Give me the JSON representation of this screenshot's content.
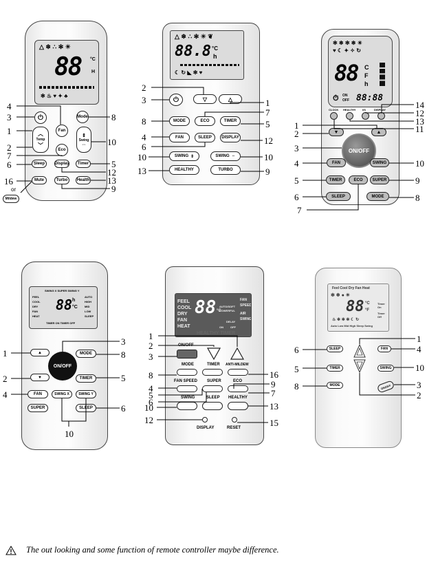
{
  "r1": {
    "buttons": {
      "fan": "Fan",
      "mode": "Mode",
      "temp": "Temp",
      "swing": "Swing",
      "eco": "Eco",
      "sleep": "Sleep",
      "display": "Display",
      "timer": "Timer",
      "mute": "Mute",
      "turbo": "Turbo",
      "health": "Health",
      "mildew": "Mildew"
    },
    "or": "or",
    "lcd": {
      "digits": "88",
      "c": "°C",
      "h": "H"
    }
  },
  "r2": {
    "buttons": {
      "mode": "MODE",
      "eco": "ECO",
      "timer": "TIMER",
      "fan": "FAN",
      "sleep": "SLEEP",
      "display": "DISPLAY",
      "swing": "SWING",
      "swing2": "SWING",
      "healthy": "HEALTHY",
      "turbo": "TURBO"
    },
    "lcd": {
      "digits": "88.8",
      "c": "°C",
      "h": "h"
    }
  },
  "r3": {
    "onoff": "ON/OFF",
    "top_labels": [
      "CLOCK",
      "HEALTHY",
      "I/S",
      "DISPLAY"
    ],
    "buttons": {
      "fan": "FAN",
      "swing": "SWING",
      "timer": "TIMER",
      "eco": "ECO",
      "super": "SUPER",
      "sleep": "SLEEP",
      "mode": "MODE"
    },
    "lcd": {
      "digits": "88",
      "c": "C",
      "f": "F",
      "h": "h",
      "on": "ON",
      "off": "OFF",
      "clock": "88:88"
    }
  },
  "r4": {
    "onoff": "ON/OFF",
    "buttons": {
      "mode": "MODE",
      "timer": "TIMER",
      "fan": "FAN",
      "swingx": "SWING X",
      "swingy": "SWING Y",
      "super": "SUPER",
      "sleep": "SLEEP"
    },
    "lcd": {
      "top": "SWING X  SUPER  SWING Y",
      "left": [
        "FEEL",
        "COOL",
        "DRY",
        "FAN",
        "HEAT"
      ],
      "right": [
        "AUTO",
        "HIGH",
        "MID",
        "LOW",
        "SLEEP"
      ],
      "digits": "88",
      "h": "h",
      "c": "°C",
      "bottom": "TIMER ON     TIMER OFF"
    }
  },
  "r5": {
    "buttons": {
      "onoff": "ON/OFF",
      "mode": "MODE",
      "timer": "TIMER",
      "antimildew": "ANTI-MILDEW",
      "fanspeed": "FAN SPEED",
      "super": "SUPER",
      "eco": "ECO",
      "swing": "SWING",
      "sleep": "SLEEP",
      "healthy": "HEALTHY",
      "display": "DISPLAY",
      "reset": "RESET"
    },
    "lcd": {
      "left": [
        "FEEL",
        "COOL",
        "DRY",
        "FAN",
        "HEAT"
      ],
      "digits": "88",
      "c": "°C",
      "auto": "AUTO/SOFT",
      "powerful": "POWERFUL",
      "right": [
        "FAN",
        "SPEED",
        "AIR",
        "SWING"
      ],
      "delay": "DELAY",
      "on": "ON",
      "off": "OFF",
      "bottom": "HEALTHY   TIMER"
    }
  },
  "r6": {
    "buttons": {
      "sleep": "SLEEP",
      "timer": "TIMER",
      "mode": "MODE",
      "fan": "FAN",
      "swing": "SWING",
      "onoff": "ON/OFF"
    },
    "lcd": {
      "top": "Feel Cool Dry Fan Heat",
      "digits": "88",
      "c": "°C",
      "f": "°F",
      "right": "Timer On",
      "right2": "Timer Off",
      "bottom": "Auto Low Mid High Sleep Swing"
    }
  },
  "notice": "The out looking and some function of remote controller maybe difference."
}
